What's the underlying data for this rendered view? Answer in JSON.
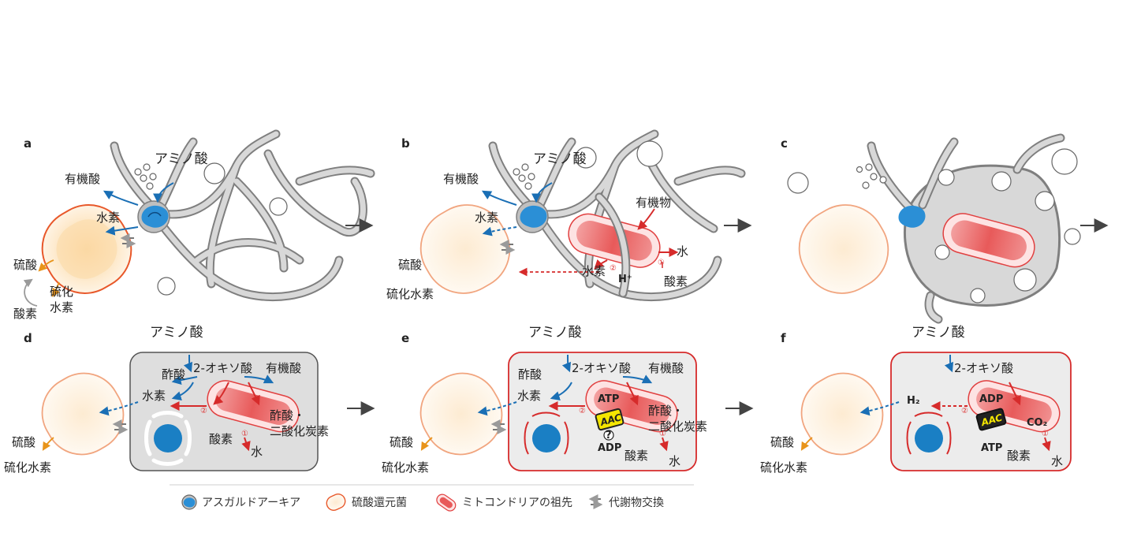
{
  "panels": {
    "a": {
      "letter": "a",
      "amino_acid": "アミノ酸",
      "organic_acid": "有機酸",
      "hydrogen": "水素",
      "sulfate": "硫酸",
      "sulfide_line1": "硫化",
      "sulfide_line2": "水素",
      "oxygen": "酸素"
    },
    "b": {
      "letter": "b",
      "amino_acid": "アミノ酸",
      "organic_acid": "有機酸",
      "hydrogen": "水素",
      "organic_matter": "有機物",
      "sulfate": "硫酸",
      "sulfide": "硫化水素",
      "hydrogen_inner": "水素",
      "proton": "H⁺",
      "water": "水",
      "oxygen": "酸素",
      "step1": "①",
      "step2": "②"
    },
    "c": {
      "letter": "c"
    },
    "d": {
      "letter": "d",
      "amino_acid": "アミノ酸",
      "oxoacid": "2-オキソ酸",
      "acetate": "酢酸",
      "organic_acid": "有機酸",
      "hydrogen": "水素",
      "acetate_co2_line1": "酢酸・",
      "acetate_co2_line2": "二酸化炭素",
      "oxygen": "酸素",
      "water": "水",
      "sulfate": "硫酸",
      "sulfide": "硫化水素",
      "step1": "①",
      "step2": "②"
    },
    "e": {
      "letter": "e",
      "amino_acid": "アミノ酸",
      "oxoacid": "2-オキソ酸",
      "acetate": "酢酸",
      "organic_acid": "有機酸",
      "hydrogen": "水素",
      "atp": "ATP",
      "aac": "AAC",
      "question": "?",
      "adp": "ADP",
      "acetate_co2_line1": "酢酸・",
      "acetate_co2_line2": "二酸化炭素",
      "oxygen": "酸素",
      "water": "水",
      "sulfate": "硫酸",
      "sulfide": "硫化水素",
      "step1": "①",
      "step2": "②"
    },
    "f": {
      "letter": "f",
      "amino_acid": "アミノ酸",
      "oxoacid": "2-オキソ酸",
      "h2": "H₂",
      "adp": "ADP",
      "aac": "AAC",
      "co2": "CO₂",
      "atp": "ATP",
      "oxygen": "酸素",
      "water": "水",
      "sulfate": "硫酸",
      "sulfide": "硫化水素",
      "step1": "①",
      "step2": "②"
    }
  },
  "legend": {
    "asgard": "アスガルドアーキア",
    "srb": "硫酸還元菌",
    "mito": "ミトコンドリアの祖先",
    "exchange": "代謝物交換"
  },
  "colors": {
    "blue": "#1a6fb5",
    "red": "#d62b2b",
    "orange": "#e8941a",
    "gray": "#8a8a8a",
    "aac_yellow": "#f5e600"
  }
}
